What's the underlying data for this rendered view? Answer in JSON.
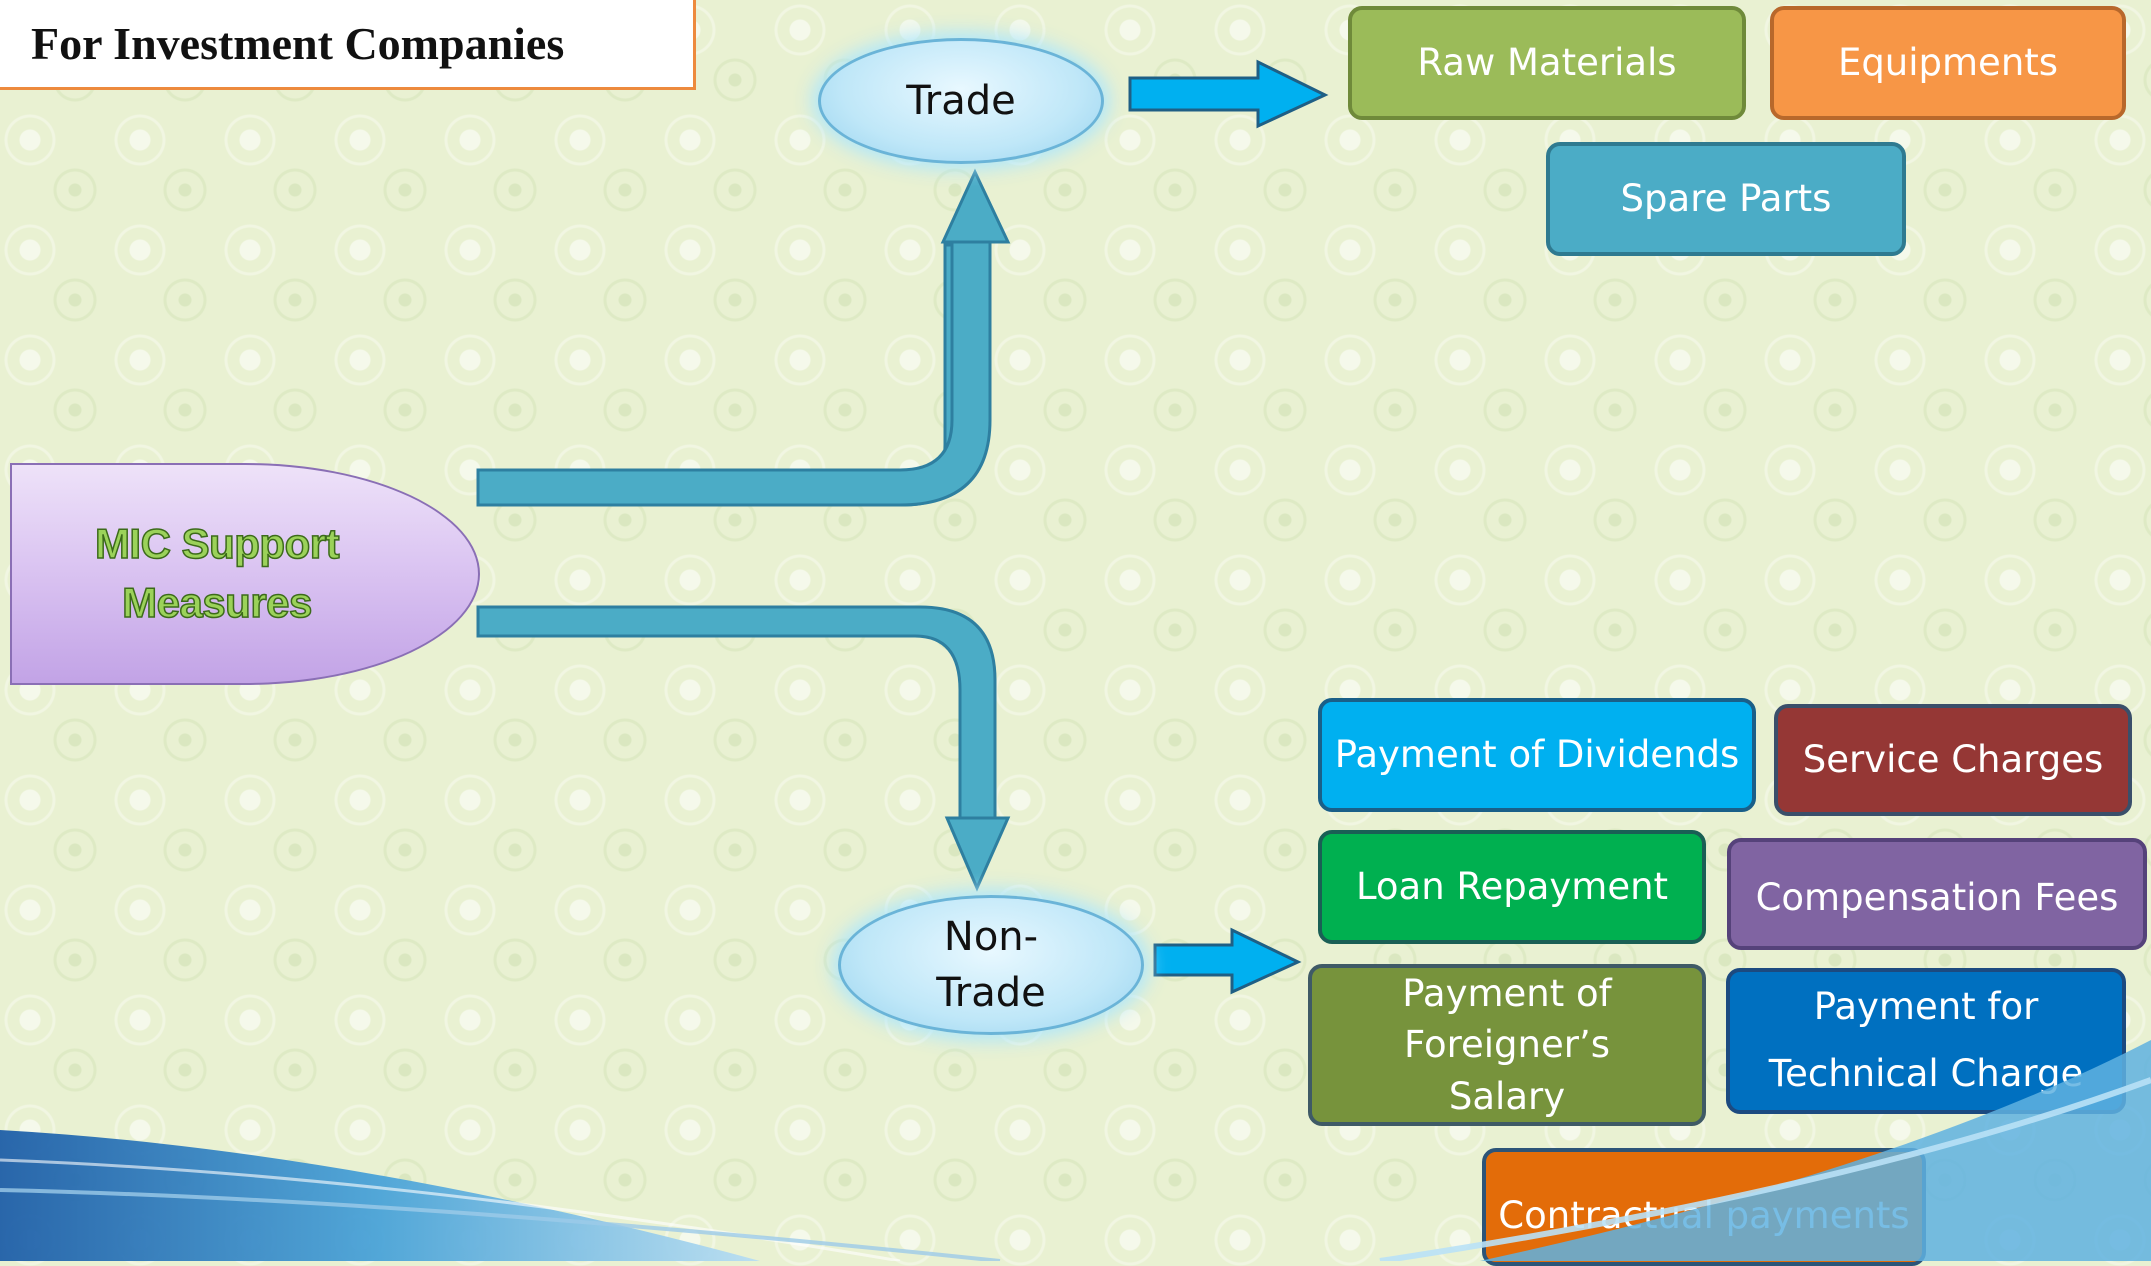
{
  "title": "For Investment Companies",
  "root": {
    "label_line1": "MIC Support",
    "label_line2": "Measures",
    "color": "#d7bff0",
    "text_color": "#9bd25a"
  },
  "trade": {
    "label": "Trade",
    "items": [
      {
        "label": "Raw Materials",
        "color": "#9bbb59"
      },
      {
        "label": "Equipments",
        "color": "#f79646"
      },
      {
        "label": "Spare Parts",
        "color": "#4bacc6"
      }
    ]
  },
  "non_trade": {
    "label_line1": "Non-",
    "label_line2": "Trade",
    "items": [
      {
        "label": "Payment of Dividends",
        "color": "#00b0f0"
      },
      {
        "label": "Service Charges",
        "color": "#953735"
      },
      {
        "label": "Loan Repayment",
        "color": "#00b050"
      },
      {
        "label": "Compensation Fees",
        "color": "#8064a2"
      },
      {
        "label_line1": "Payment of",
        "label_line2": "Foreigner’s",
        "label_line3": "Salary",
        "color": "#77933c"
      },
      {
        "label_line1": "Payment for",
        "label_line2": "Technical Charge",
        "color": "#0070c0"
      },
      {
        "label": "Contractual payments",
        "color": "#e36c09"
      }
    ]
  },
  "colors": {
    "arrow_fill": "#4bacc6",
    "arrow_stroke": "#2e7fa0",
    "background": "#e9f1d2"
  }
}
